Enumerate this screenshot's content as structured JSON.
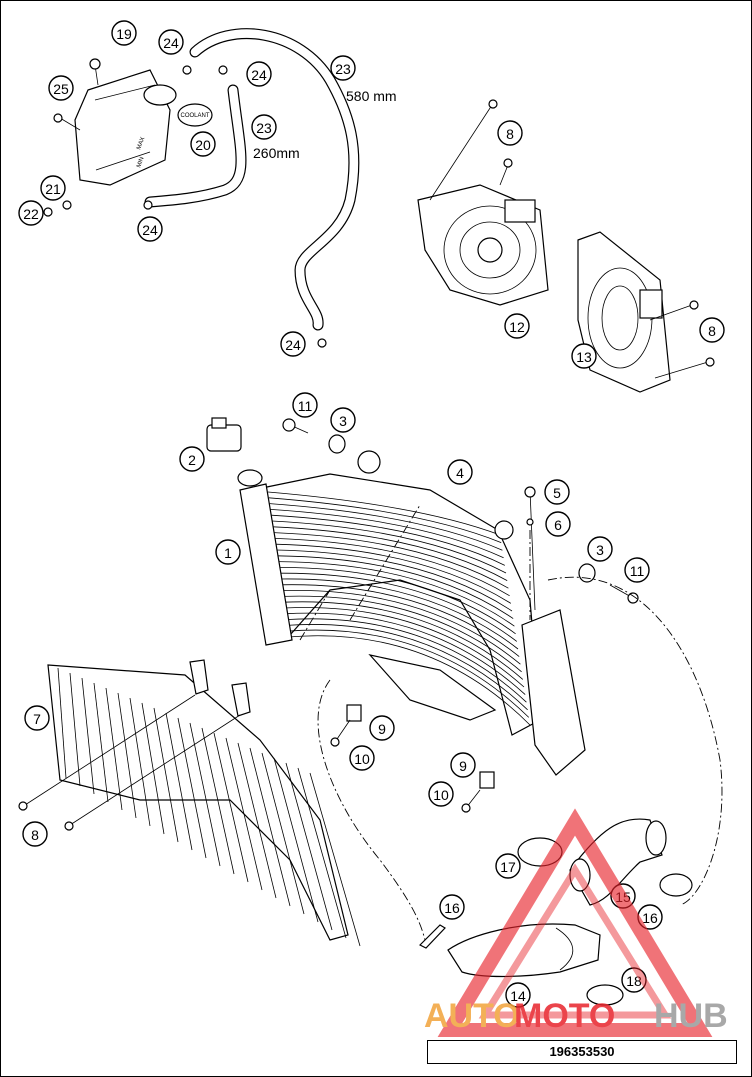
{
  "diagram": {
    "id_label": "196353530",
    "hose_lengths": {
      "long_hose": "580 mm",
      "short_hose": "260mm"
    },
    "tank_markings": {
      "cap_text": "COOLANT",
      "level_max": "MAX",
      "level_min": "MIN"
    },
    "callouts": [
      "1",
      "2",
      "3",
      "3",
      "4",
      "5",
      "6",
      "7",
      "8",
      "8",
      "8",
      "9",
      "9",
      "10",
      "10",
      "11",
      "11",
      "12",
      "13",
      "14",
      "15",
      "16",
      "16",
      "17",
      "18",
      "19",
      "20",
      "21",
      "22",
      "23",
      "23",
      "24",
      "24",
      "24",
      "24",
      "25"
    ]
  },
  "watermark": {
    "brand_left": "AUTO",
    "brand_mid": "MOTO",
    "brand_right": "HUB",
    "colors": {
      "red": "#e8242c",
      "orange": "#f2a33a",
      "gray": "#9a9a9a"
    }
  }
}
